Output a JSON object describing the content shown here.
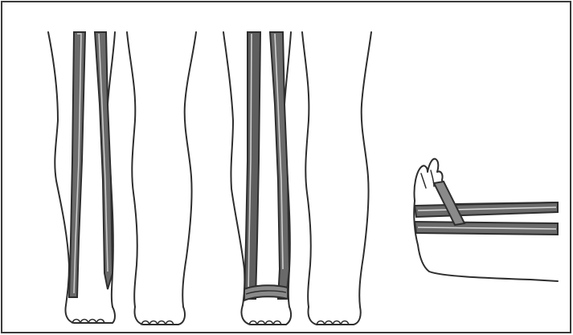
{
  "figure": {
    "description_visible_text": "",
    "colors": {
      "background": "#ffffff",
      "frame": "#3a3a3a",
      "line": "#2e2e2e",
      "shade": "#6a6a6a",
      "shade_light": "#9a9a9a"
    },
    "panels": [
      {
        "id": "legs-with-leg-bands",
        "kind": "illustration"
      },
      {
        "id": "legs-with-stirrup-strapping",
        "kind": "illustration"
      },
      {
        "id": "foot-side-view-with-strapping",
        "kind": "illustration"
      }
    ]
  }
}
